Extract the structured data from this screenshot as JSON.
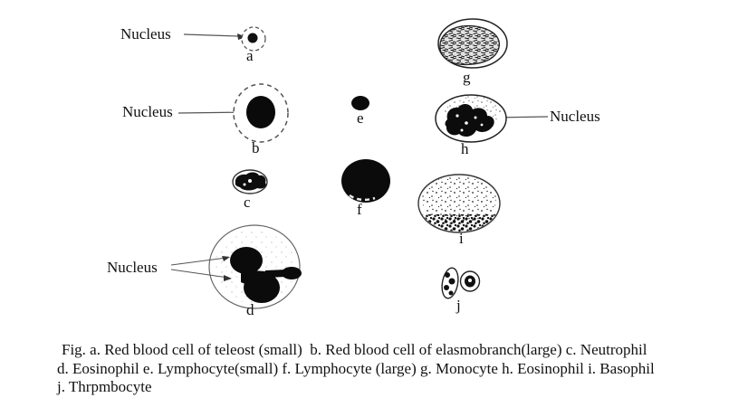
{
  "colors": {
    "background": "#ffffff",
    "ink": "#111111"
  },
  "figure": {
    "nucleus_label": "Nucleus",
    "cells": [
      {
        "letter": "a",
        "label": "Red blood cell of teleost (small)"
      },
      {
        "letter": "b",
        "label": "Red blood cell of elasmobranch (large)"
      },
      {
        "letter": "c",
        "label": "Neutrophil"
      },
      {
        "letter": "d",
        "label": "Eosinophil"
      },
      {
        "letter": "e",
        "label": "Lymphocyte (small)"
      },
      {
        "letter": "f",
        "label": "Lymphocyte (large)"
      },
      {
        "letter": "g",
        "label": "Monocyte"
      },
      {
        "letter": "h",
        "label": "Eosinophil"
      },
      {
        "letter": "i",
        "label": "Basophil"
      },
      {
        "letter": "j",
        "label": "Thrpmbocyte"
      }
    ]
  },
  "caption": {
    "lines": [
      "Fig. a. Red blood cell of teleost (small)  b. Red blood cell of elasmobranch(large) c. Neutrophil",
      "d. Eosinophil e. Lymphocyte(small) f. Lymphocyte (large) g. Monocyte h. Eosinophil i. Basophil",
      "j. Thrpmbocyte"
    ]
  }
}
